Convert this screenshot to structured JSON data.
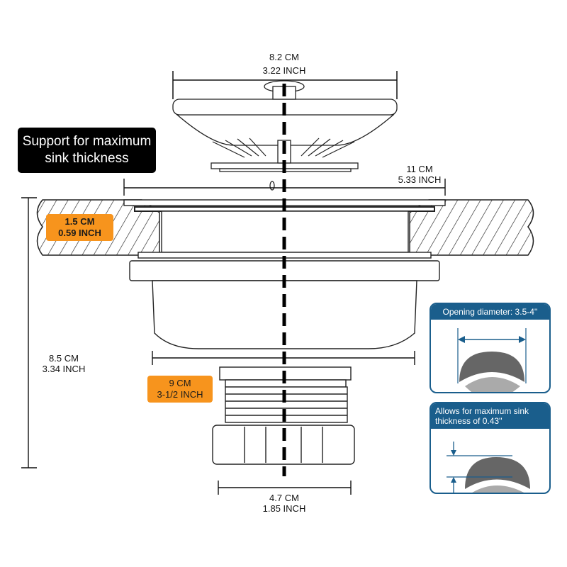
{
  "dimensions": {
    "top_width": {
      "cm": "8.2  CM",
      "inch": "3.22 INCH"
    },
    "flange_width": {
      "cm": "11  CM",
      "inch": "5.33 INCH"
    },
    "total_height": {
      "cm": "8.5 CM",
      "inch": "3.34 INCH"
    },
    "body_width": {
      "cm": "9 CM",
      "inch": "3-1/2 INCH"
    },
    "outlet_width": {
      "cm": "4.7 CM",
      "inch": "1.85 INCH"
    },
    "sink_thickness": {
      "cm": "1.5 CM",
      "inch": "0.59 INCH"
    }
  },
  "callout": {
    "line1": "Support for maximum",
    "line2": "sink thickness"
  },
  "panels": [
    {
      "title": "Opening diameter: 3.5-4''"
    },
    {
      "title_line1": "Allows for maximum sink",
      "title_line2": "thickness of 0.43''"
    }
  ],
  "colors": {
    "orange": "#f7941d",
    "blue": "#1a5e8c"
  }
}
